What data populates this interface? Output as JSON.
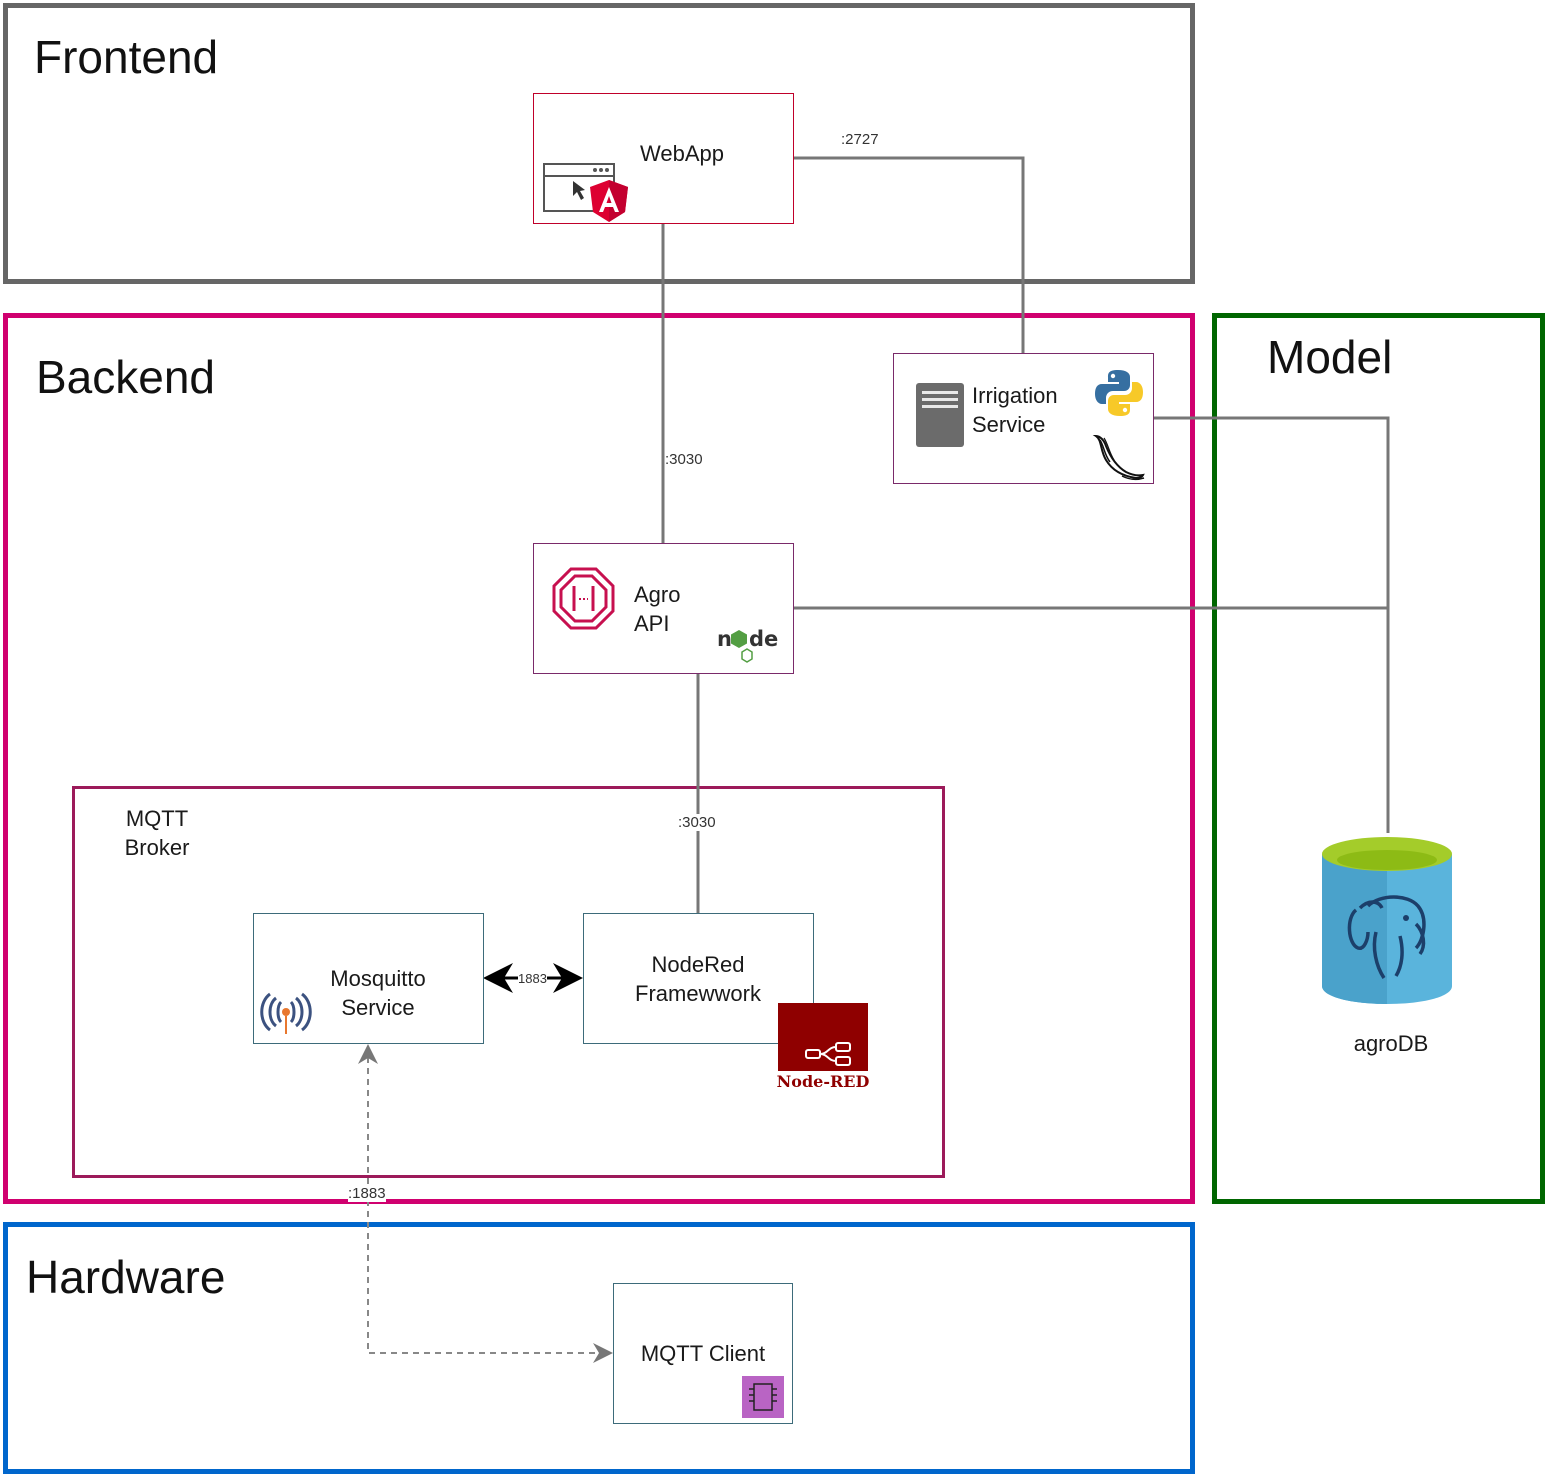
{
  "groups": {
    "frontend": "Frontend",
    "backend": "Backend",
    "model": "Model",
    "hardware": "Hardware",
    "mqtt_broker": [
      "MQTT",
      "Broker"
    ]
  },
  "nodes": {
    "webapp": "WebApp",
    "irrigation": [
      "Irrigation",
      "Service"
    ],
    "agro_api": [
      "Agro",
      "API"
    ],
    "mosquitto": [
      "Mosquitto",
      "Service"
    ],
    "nodered": [
      "NodeRed",
      "Framewwork"
    ],
    "nodered_logo": "Node-RED",
    "mqtt_client": "MQTT Client",
    "database": "agroDB"
  },
  "connections": {
    "webapp_irrigation": ":2727",
    "webapp_api": ":3030",
    "api_nodered": ":3030",
    "mosquitto_nodered": "1883",
    "mosquitto_client": ":1883"
  },
  "colors": {
    "frontend": "#666666",
    "backend": "#d0006f",
    "mqtt_broker": "#9c1a5a",
    "model": "#006600",
    "hardware": "#0066cc",
    "angular": "#dd0031",
    "nodered": "#8f0000",
    "postgres_body": "#5ab4dc",
    "postgres_top": "#a4cc2a",
    "python_blue": "#366fa1",
    "python_yellow": "#f7c928"
  },
  "icons": {
    "webapp": [
      "browser-icon",
      "angular-icon"
    ],
    "irrigation": [
      "server-icon",
      "python-icon",
      "flask-icon"
    ],
    "agro_api": [
      "api-gateway-icon",
      "nodejs-icon"
    ],
    "mosquitto": "mosquitto-icon",
    "nodered": "node-red-icon",
    "mqtt_client": "chip-icon",
    "database": "postgresql-icon"
  }
}
